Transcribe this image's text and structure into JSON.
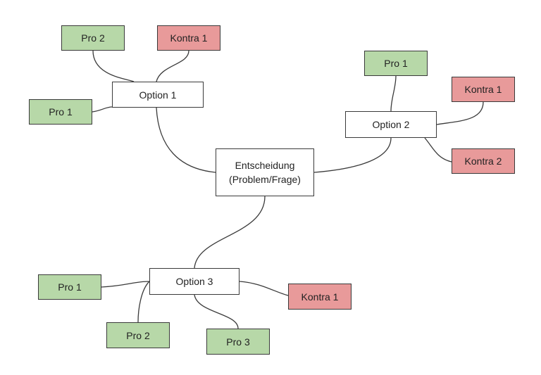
{
  "colors": {
    "pro": "#b7d8a8",
    "kontra": "#e89a9a",
    "option": "#ffffff",
    "line": "#3a3a3a"
  },
  "central": {
    "line1": "Entscheidung",
    "line2": "(Problem/Frage)"
  },
  "option1": {
    "label": "Option 1",
    "pro2": "Pro 2",
    "kontra1": "Kontra 1",
    "pro1": "Pro 1"
  },
  "option2": {
    "label": "Option 2",
    "pro1": "Pro 1",
    "kontra1": "Kontra 1",
    "kontra2": "Kontra 2"
  },
  "option3": {
    "label": "Option 3",
    "pro1": "Pro 1",
    "pro2": "Pro 2",
    "pro3": "Pro 3",
    "kontra1": "Kontra 1"
  }
}
